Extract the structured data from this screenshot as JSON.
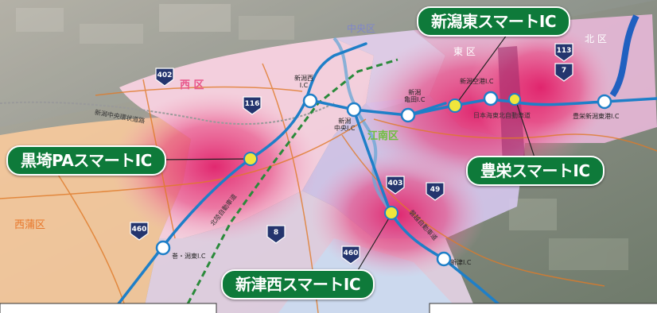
{
  "callouts": {
    "niigata_higashi": "新潟東スマートIC",
    "kurosaki": "黒埼PAスマートIC",
    "toyosaka": "豊栄スマートIC",
    "niitsu_nishi": "新津西スマートIC"
  },
  "wards": {
    "chuo": "中央区",
    "kita": "北 区",
    "higashi": "東 区",
    "nishi": "西 区",
    "konan": "江南区",
    "nishikan": "西蒲区"
  },
  "interchanges": {
    "niigata_nishi": "新潟西\nI.C",
    "niigata_chuo": "新潟\n中央I.C",
    "niigata_kameda": "新潟\n亀田I.C",
    "niigata_airport": "新潟空港I.C",
    "toyosaka_higashi": "豊栄新潟東港I.C",
    "maki_kata": "巻・潟東I.C",
    "niitsu": "新津I.C"
  },
  "roads": {
    "chuo_kanjo": "新潟中央環状道路",
    "hokuriku": "北陸自動車道",
    "nihonkai": "日本海東北自動車道",
    "banetsu": "磐越自動車道"
  },
  "routes": [
    "402",
    "116",
    "113",
    "7",
    "403",
    "49",
    "460",
    "8",
    "460"
  ],
  "colors": {
    "callout_bg": "#0e7a3a",
    "heat": "#e0206a",
    "ic_marker": "#f0e63c",
    "highway": "#1e7fc8",
    "route_shield": "#24356e"
  }
}
